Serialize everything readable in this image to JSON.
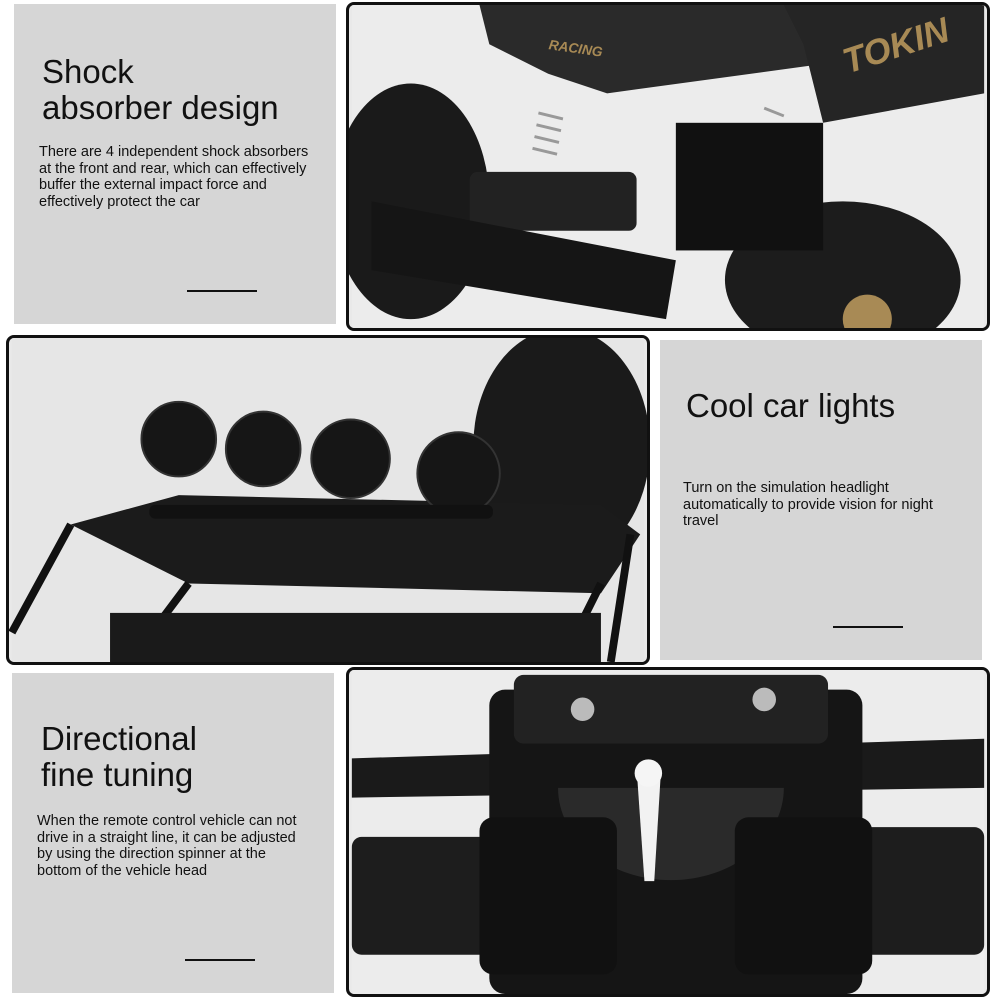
{
  "panels": [
    {
      "title_line1": "Shock",
      "title_line2": "absorber design",
      "body": "There are 4 independent shock absorbers at the front and rear, which can effectively buffer the external impact force and effectively protect the car",
      "photo_logo_text": [
        "RACING",
        "TOKIN"
      ]
    },
    {
      "title_line1": "Cool car lights",
      "title_line2": "",
      "body": "Turn on the simulation headlight automatically to provide vision for night travel"
    },
    {
      "title_line1": "Directional",
      "title_line2": "fine tuning",
      "body": "When the remote control vehicle can not drive in a straight line, it can be adjusted by using the direction spinner at the bottom of the vehicle head"
    }
  ],
  "colors": {
    "panel_bg": "#d6d6d6",
    "logo_gold": "#a88a55"
  }
}
